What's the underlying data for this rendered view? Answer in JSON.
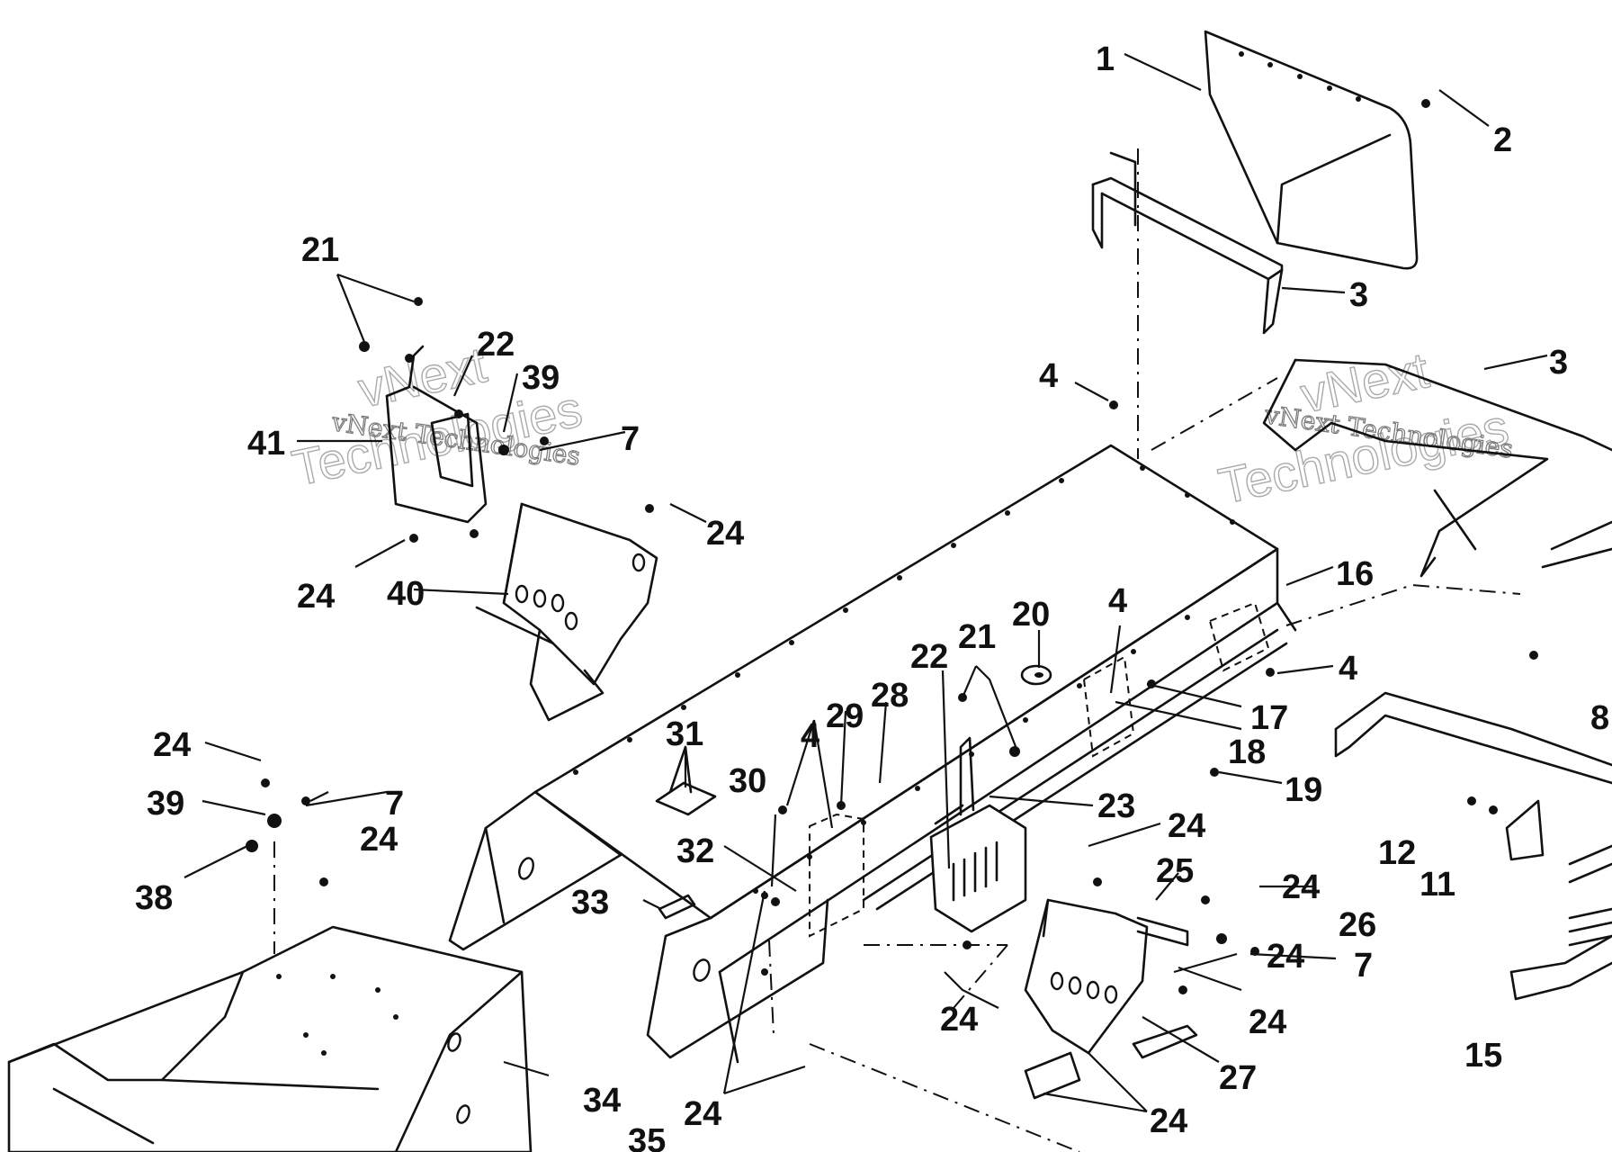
{
  "watermark": {
    "line1": "vNext",
    "line2": "Technologies",
    "line3": "vNext Technologies"
  },
  "callouts": [
    {
      "id": "c1",
      "text": "1"
    },
    {
      "id": "c2",
      "text": "2"
    },
    {
      "id": "c3a",
      "text": "3"
    },
    {
      "id": "c3b",
      "text": "3"
    },
    {
      "id": "c4a",
      "text": "4"
    },
    {
      "id": "c4b",
      "text": "4"
    },
    {
      "id": "c4c",
      "text": "4"
    },
    {
      "id": "c4d",
      "text": "4"
    },
    {
      "id": "c7a",
      "text": "7"
    },
    {
      "id": "c7b",
      "text": "7"
    },
    {
      "id": "c7c",
      "text": "7"
    },
    {
      "id": "c8",
      "text": "8"
    },
    {
      "id": "c11",
      "text": "11"
    },
    {
      "id": "c12",
      "text": "12"
    },
    {
      "id": "c15",
      "text": "15"
    },
    {
      "id": "c16",
      "text": "16"
    },
    {
      "id": "c17",
      "text": "17"
    },
    {
      "id": "c18",
      "text": "18"
    },
    {
      "id": "c19",
      "text": "19"
    },
    {
      "id": "c20",
      "text": "20"
    },
    {
      "id": "c21a",
      "text": "21"
    },
    {
      "id": "c21b",
      "text": "21"
    },
    {
      "id": "c22a",
      "text": "22"
    },
    {
      "id": "c22b",
      "text": "22"
    },
    {
      "id": "c23",
      "text": "23"
    },
    {
      "id": "c24a",
      "text": "24"
    },
    {
      "id": "c24b",
      "text": "24"
    },
    {
      "id": "c24c",
      "text": "24"
    },
    {
      "id": "c24d",
      "text": "24"
    },
    {
      "id": "c24e",
      "text": "24"
    },
    {
      "id": "c24f",
      "text": "24"
    },
    {
      "id": "c24g",
      "text": "24"
    },
    {
      "id": "c24h",
      "text": "24"
    },
    {
      "id": "c24i",
      "text": "24"
    },
    {
      "id": "c24j",
      "text": "24"
    },
    {
      "id": "c24k",
      "text": "24"
    },
    {
      "id": "c25",
      "text": "25"
    },
    {
      "id": "c26",
      "text": "26"
    },
    {
      "id": "c27",
      "text": "27"
    },
    {
      "id": "c28",
      "text": "28"
    },
    {
      "id": "c29",
      "text": "29"
    },
    {
      "id": "c30",
      "text": "30"
    },
    {
      "id": "c31",
      "text": "31"
    },
    {
      "id": "c32",
      "text": "32"
    },
    {
      "id": "c33",
      "text": "33"
    },
    {
      "id": "c34",
      "text": "34"
    },
    {
      "id": "c35",
      "text": "35"
    },
    {
      "id": "c38",
      "text": "38"
    },
    {
      "id": "c39a",
      "text": "39"
    },
    {
      "id": "c39b",
      "text": "39"
    },
    {
      "id": "c40",
      "text": "40"
    },
    {
      "id": "c41",
      "text": "41"
    }
  ]
}
